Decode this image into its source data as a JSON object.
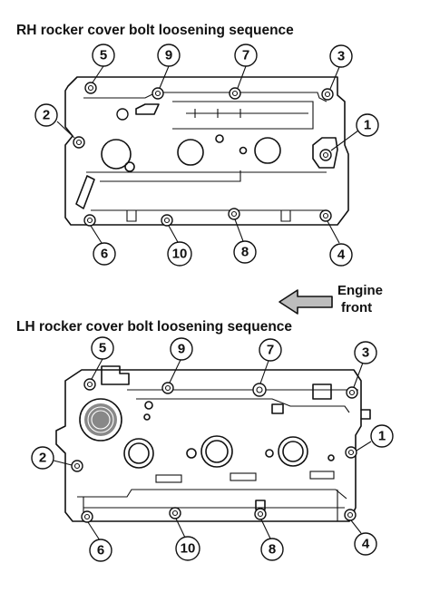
{
  "rh": {
    "title": "RH rocker cover bolt loosening sequence",
    "callouts": [
      "1",
      "2",
      "3",
      "4",
      "5",
      "6",
      "7",
      "8",
      "9",
      "10"
    ]
  },
  "lh": {
    "title": "LH rocker cover bolt loosening sequence",
    "callouts": [
      "1",
      "2",
      "3",
      "4",
      "5",
      "6",
      "7",
      "8",
      "9",
      "10"
    ]
  },
  "direction": {
    "label_line1": "Engine",
    "label_line2": "front"
  }
}
